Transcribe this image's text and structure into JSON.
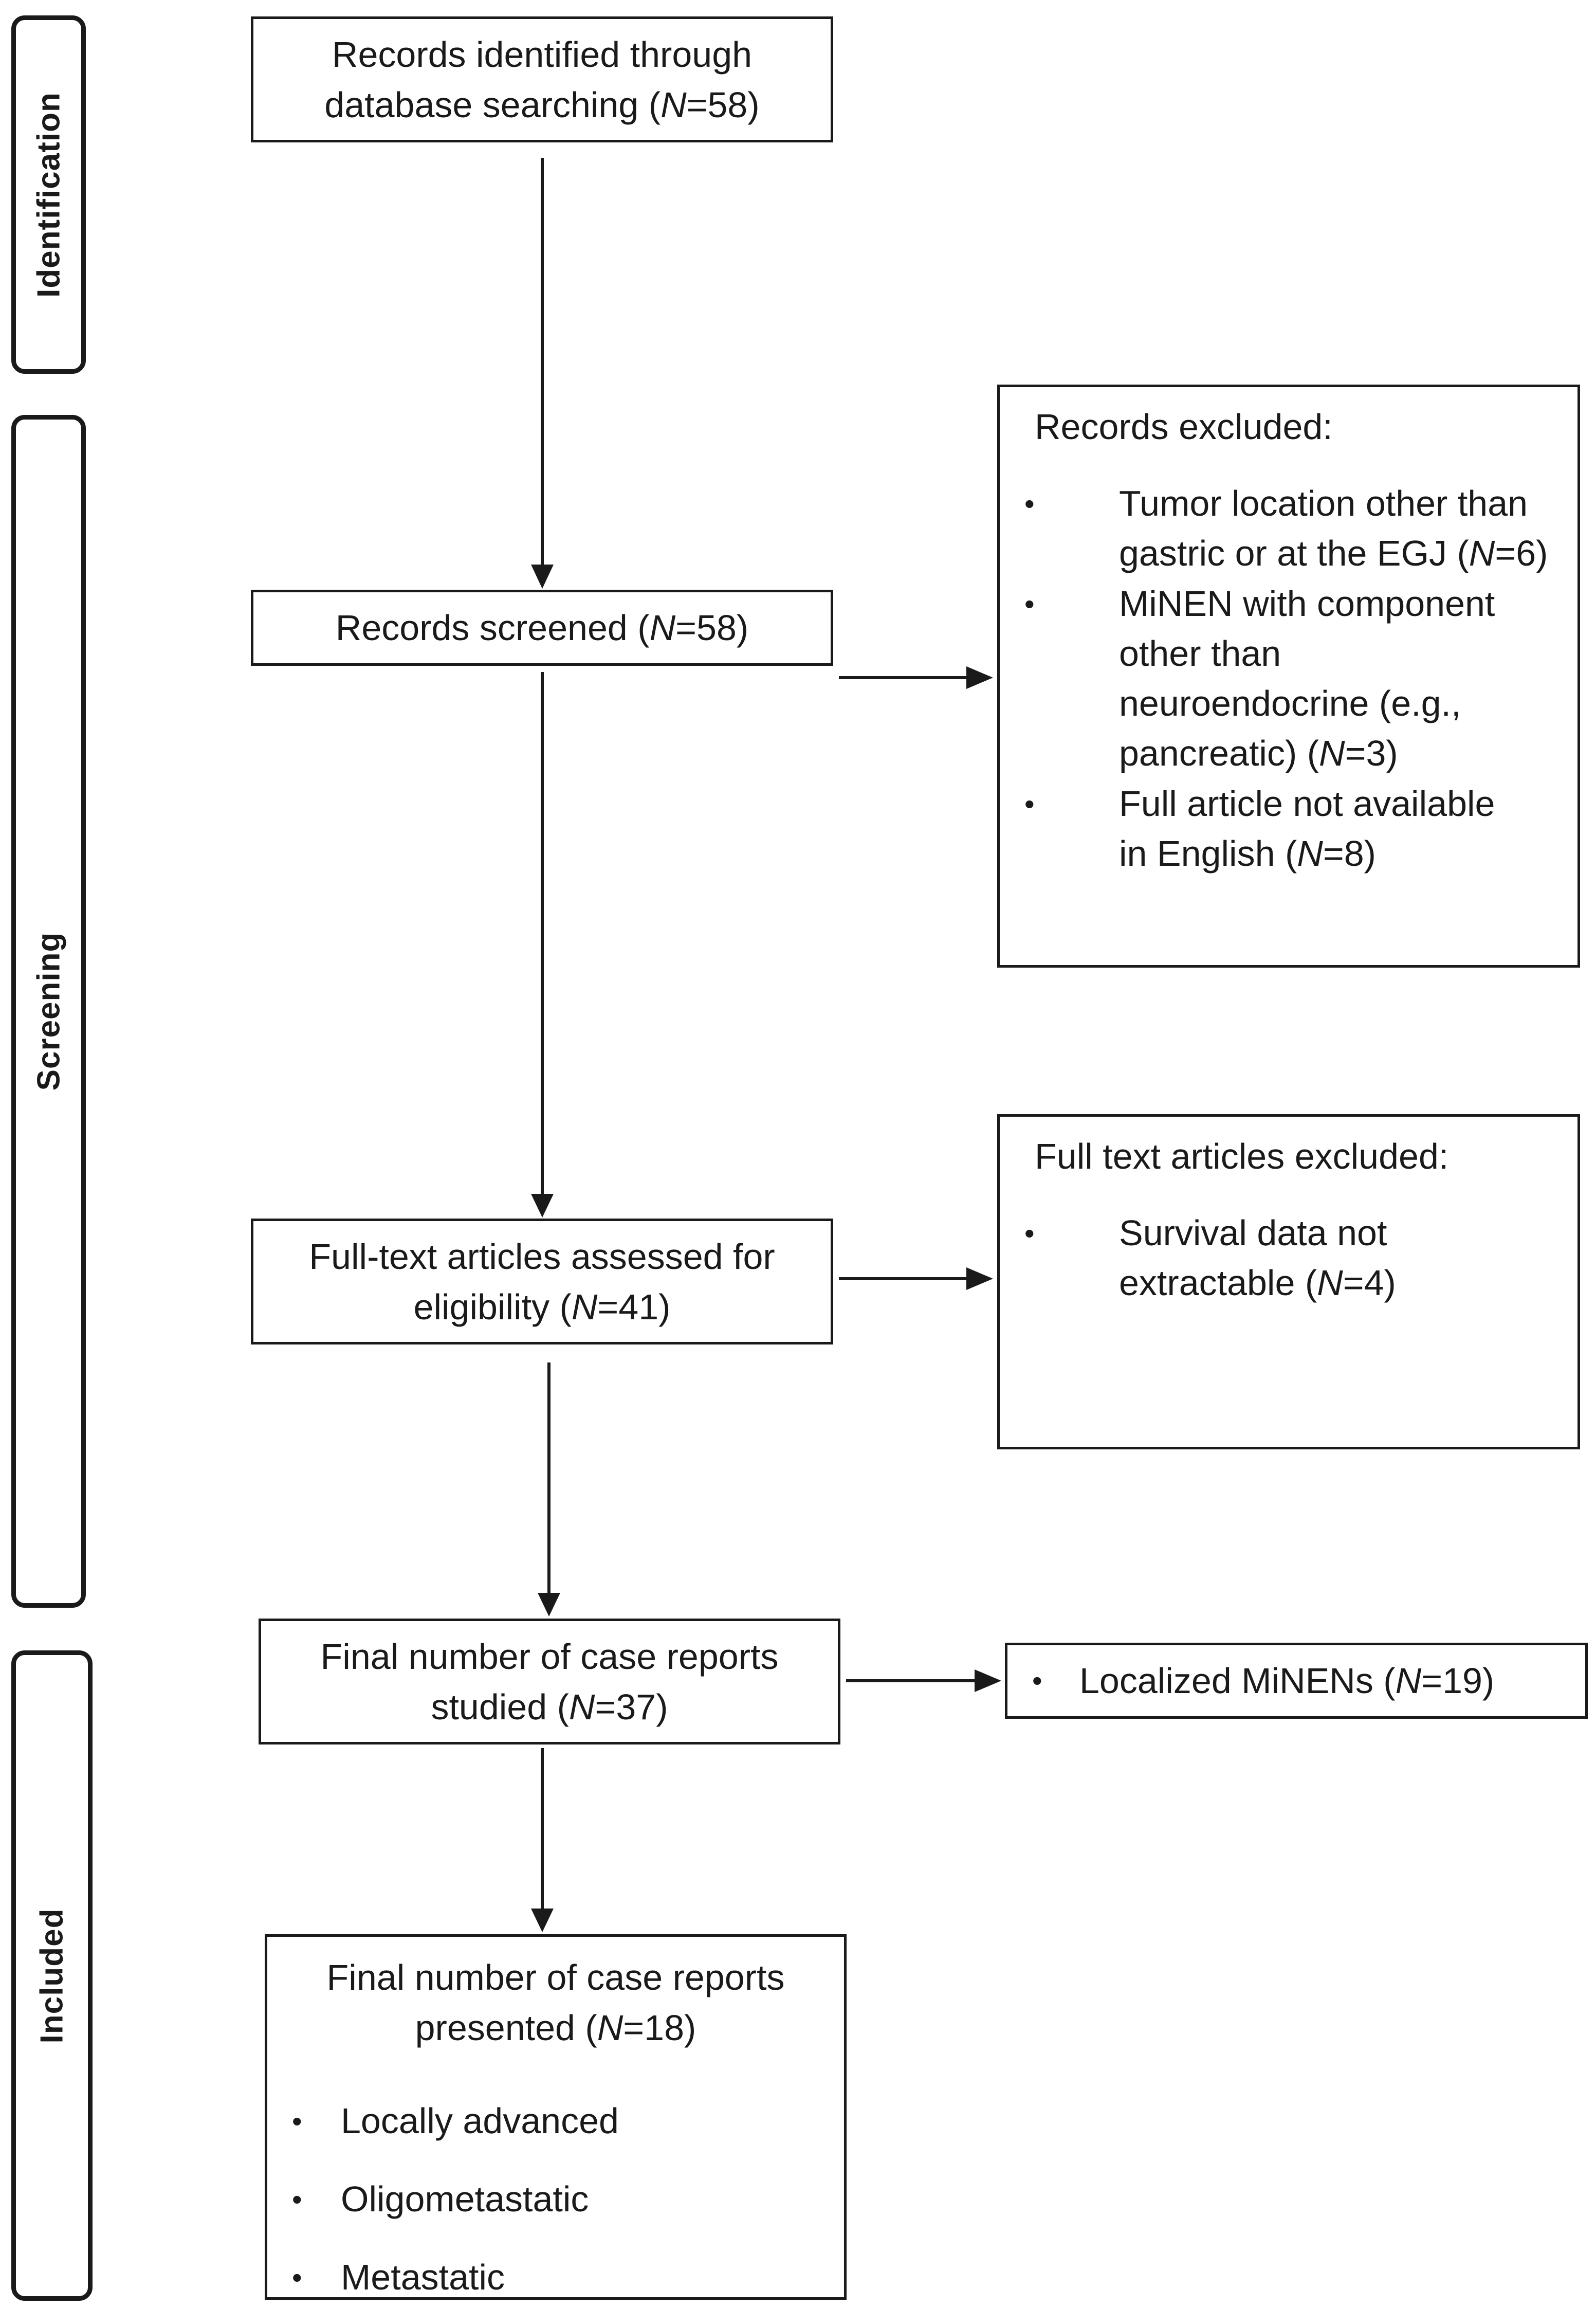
{
  "phases": {
    "identification": "Identification",
    "screening": "Screening",
    "included": "Included"
  },
  "boxes": {
    "identified": {
      "line1": "Records identified through",
      "line2_pre": "database searching (",
      "n_symbol": "N",
      "line2_post": "=58)"
    },
    "screened": {
      "pre": "Records screened (",
      "n_symbol": "N",
      "post": "=58)"
    },
    "assessed": {
      "line1": "Full-text articles assessed for",
      "line2_pre": "eligibility (",
      "n_symbol": "N",
      "line2_post": "=41)"
    },
    "final_studied": {
      "line1": "Final number of case reports",
      "line2_pre": "studied (",
      "n_symbol": "N",
      "line2_post": "=37)"
    },
    "final_presented": {
      "line1": "Final number of case reports",
      "line2_pre": "presented (",
      "n_symbol": "N",
      "line2_post": "=18)",
      "items": [
        "Locally advanced",
        "Oligometastatic",
        "Metastatic"
      ]
    }
  },
  "exclusions": {
    "records_excluded": {
      "title": "Records excluded:",
      "items": [
        {
          "line1": "Tumor location other than",
          "line2_pre": "gastric or at the EGJ (",
          "n_symbol": "N",
          "line2_post": "=6)"
        },
        {
          "line1": "MiNEN with component",
          "line2": "other than",
          "line3": "neuroendocrine (e.g.,",
          "line4_pre": "pancreatic) (",
          "n_symbol": "N",
          "line4_post": "=3)"
        },
        {
          "line1": "Full article not available",
          "line2_pre": "in English (",
          "n_symbol": "N",
          "line2_post": "=8)"
        }
      ]
    },
    "full_text_excluded": {
      "title": "Full text articles excluded:",
      "items": [
        {
          "line1": "Survival data not",
          "line2_pre": "extractable (",
          "n_symbol": "N",
          "line2_post": "=4)"
        }
      ]
    },
    "localized": {
      "pre": "Localized MiNENs (",
      "n_symbol": "N",
      "post": "=19)"
    }
  },
  "bullet_glyph": "•"
}
